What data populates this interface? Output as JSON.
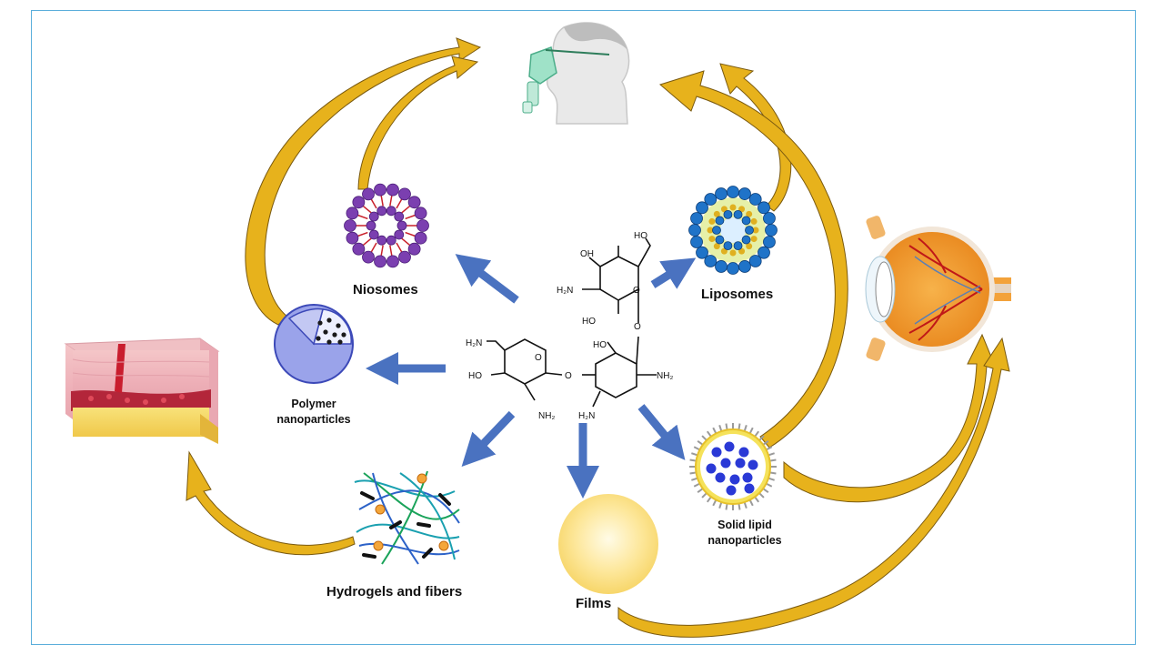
{
  "labels": {
    "niosomes": "Niosomes",
    "liposomes": "Liposomes",
    "polymer_line1": "Polymer",
    "polymer_line2": "nanoparticles",
    "hydrogels": "Hydrogels and fibers",
    "films": "Films",
    "sln_line1": "Solid lipid",
    "sln_line2": "nanoparticles"
  },
  "molecule": {
    "ho_top": "HO",
    "oh_top": "OH",
    "h2n_left": "H₂N",
    "ho_mid": "HO",
    "o_ring_a": "O",
    "o_link_a": "O",
    "h2n_ring_b": "H₂N",
    "o_ring_b": "O",
    "ho_ring_b": "HO",
    "nh2_ring_b": "NH₂",
    "o_link_b": "O",
    "ho_ring_c": "HO",
    "nh2_ring_c": "NH₂",
    "h2n_ring_c": "H₂N"
  },
  "icons": [
    "inhalation-mask-head-icon",
    "skin-wound-icon",
    "eye-cross-section-icon"
  ],
  "colors": {
    "frame_border": "#5aaedb",
    "arrow_blue": "#4a72c0",
    "arrow_gold": "#e7b21c",
    "arrow_gold_edge": "#7a5a10",
    "niosome_purple": "#7b3fb0",
    "liposome_blue": "#1f73c8",
    "polymer_lavender": "#9aa3ea",
    "sln_yellow": "#f5e25a",
    "film_yellow": "#fde79a"
  }
}
